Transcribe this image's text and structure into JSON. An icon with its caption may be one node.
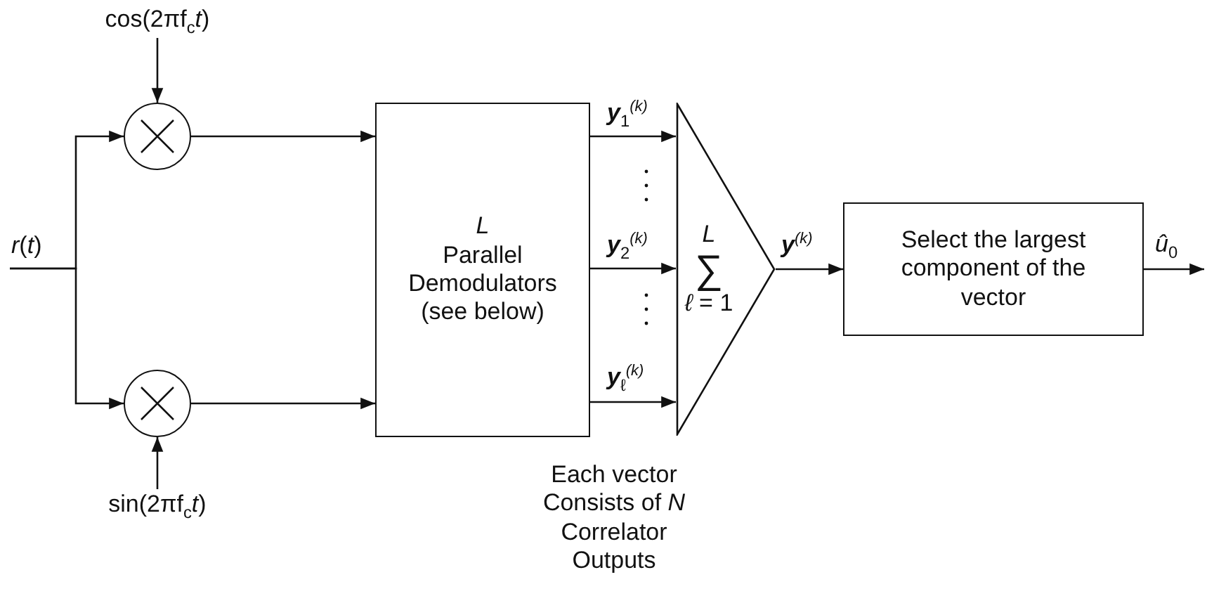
{
  "diagram": {
    "nodes": [
      {
        "text": [
          "cos(2πf$_{c}$*t*)"
        ]
      },
      {
        "text": [],
        "shape": "circle"
      },
      {
        "text": [
          "sin(2πf$_{c}$*t*)"
        ]
      },
      {
        "text": [],
        "shape": "circle"
      },
      {
        "text": [
          "*L*",
          "Parallel Demodulators (see below)"
        ]
      },
      {
        "text": [
          "*L*",
          "∑",
          "*ℓ* = 1"
        ]
      },
      {
        "text": [
          "Select the largest component of the vector"
        ]
      }
    ],
    "edges": [
      {
        "from": 0,
        "to": 1,
        "arrow": "to"
      },
      {
        "from": 2,
        "to": 3,
        "arrow": "to"
      },
      {
        "from": null,
        "to": 1,
        "arrow": "to",
        "label": "*r*(*t*)"
      },
      {
        "from": null,
        "to": 3,
        "arrow": "to"
      },
      {
        "from": 1,
        "to": 4,
        "arrow": "to"
      },
      {
        "from": 3,
        "to": 4,
        "arrow": "to"
      },
      {
        "from": 4,
        "to": 5,
        "arrow": "to",
        "label": "**y**$_{1}$$^{(k)}$"
      },
      {
        "from": 4,
        "to": 5,
        "arrow": "to",
        "label": "**y**$_{2}$$^{(k)}$"
      },
      {
        "from": 4,
        "to": 5,
        "arrow": "to",
        "label": "**y**$_{ℓ}$$^{(k)}$"
      },
      {
        "from": 5,
        "to": 6,
        "arrow": "to",
        "label": "**y**$^{(k)}$"
      },
      {
        "from": 6,
        "to": null,
        "arrow": "to",
        "label": "*û*$_{0}$"
      }
    ],
    "labels": [
      "Each vector Consists of *N* Correlator Outputs"
    ]
  }
}
